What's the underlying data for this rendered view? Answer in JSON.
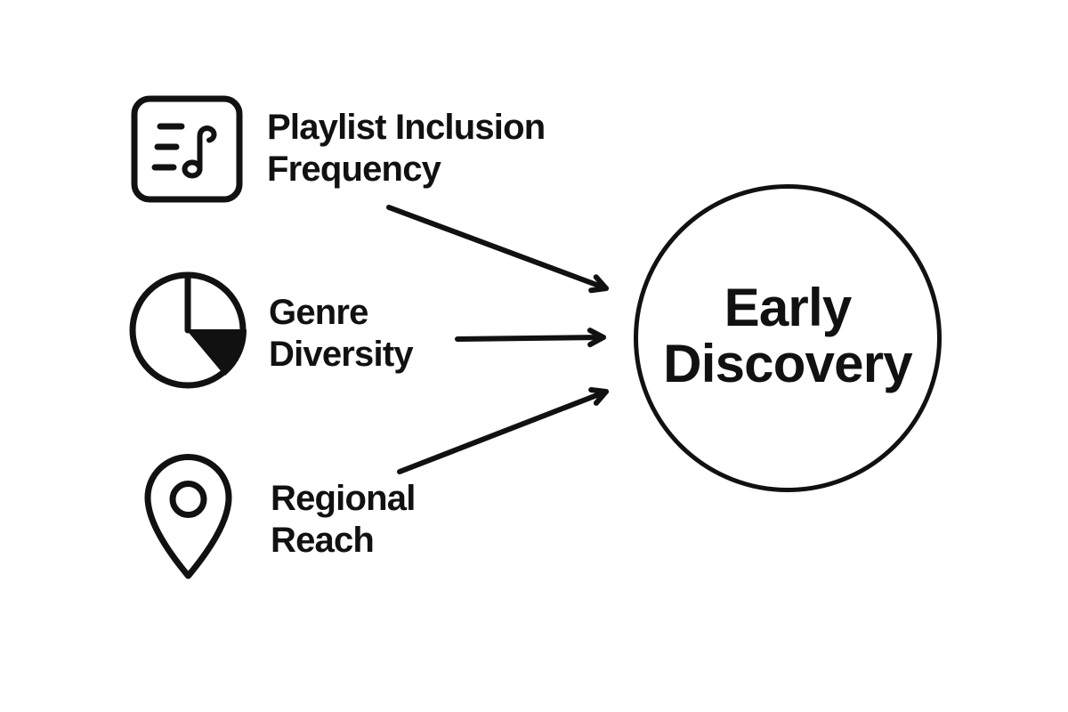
{
  "colors": {
    "ink": "#111111",
    "background": "#ffffff"
  },
  "factors": [
    {
      "icon": "playlist-music-icon",
      "line1": "Playlist Inclusion",
      "line2": "Frequency"
    },
    {
      "icon": "pie-chart-icon",
      "line1": "Genre",
      "line2": "Diversity"
    },
    {
      "icon": "location-pin-icon",
      "line1": "Regional",
      "line2": "Reach"
    }
  ],
  "outcome": {
    "line1": "Early",
    "line2": "Discovery"
  },
  "arrows": [
    {
      "from": "playlist-inclusion-frequency",
      "to": "early-discovery"
    },
    {
      "from": "genre-diversity",
      "to": "early-discovery"
    },
    {
      "from": "regional-reach",
      "to": "early-discovery"
    }
  ]
}
